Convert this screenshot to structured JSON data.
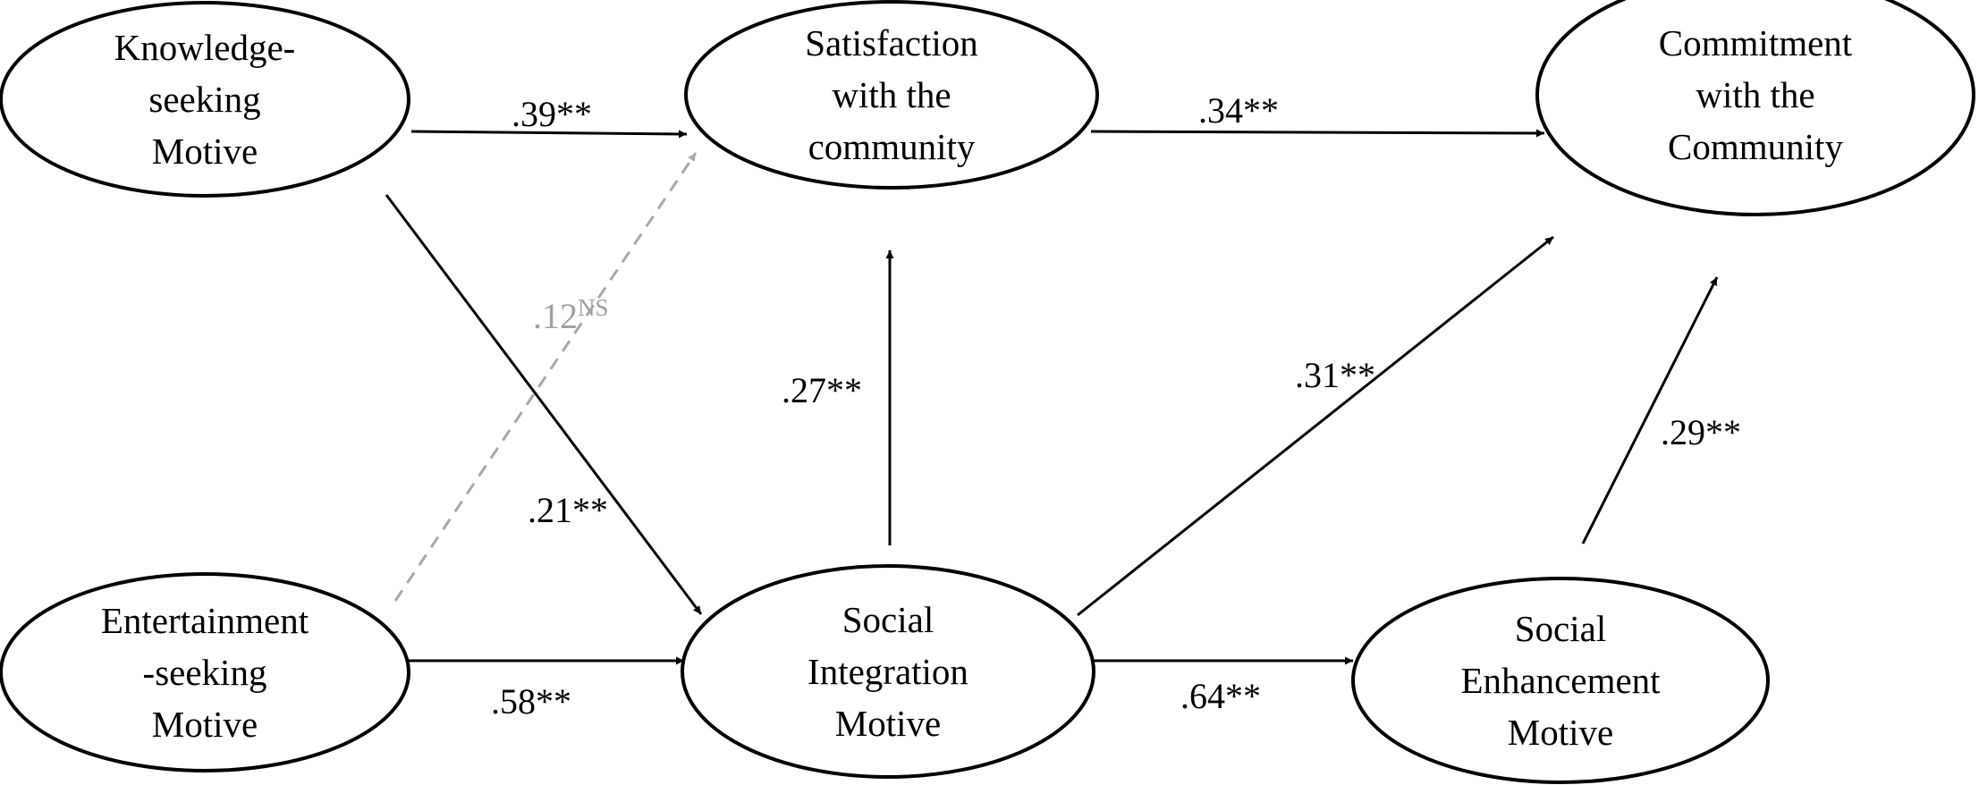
{
  "diagram": {
    "colors": {
      "line": "#000000",
      "ns_line": "#a8a8a8",
      "ns_text": "#a0a0a0",
      "background": "#ffffff"
    },
    "nodes": [
      {
        "id": "knowledge",
        "lines": [
          "Knowledge-",
          "seeking",
          "Motive"
        ]
      },
      {
        "id": "satisfaction",
        "lines": [
          "Satisfaction",
          "with the",
          "community"
        ]
      },
      {
        "id": "commitment",
        "lines": [
          "Commitment",
          "with the",
          "Community"
        ]
      },
      {
        "id": "entertainment",
        "lines": [
          "Entertainment",
          "-seeking",
          "Motive"
        ]
      },
      {
        "id": "integration",
        "lines": [
          "Social",
          "Integration",
          "Motive"
        ]
      },
      {
        "id": "enhancement",
        "lines": [
          "Social",
          "Enhancement",
          "Motive"
        ]
      }
    ],
    "edges": [
      {
        "id": "knowledge-satisfaction",
        "from": "knowledge",
        "to": "satisfaction",
        "coef": ".39",
        "sig": "**",
        "significant": true
      },
      {
        "id": "satisfaction-commitment",
        "from": "satisfaction",
        "to": "commitment",
        "coef": ".34",
        "sig": "**",
        "significant": true
      },
      {
        "id": "entertainment-satisfaction",
        "from": "entertainment",
        "to": "satisfaction",
        "coef": ".12",
        "sig": "NS",
        "significant": false
      },
      {
        "id": "integration-satisfaction",
        "from": "integration",
        "to": "satisfaction",
        "coef": ".27",
        "sig": "**",
        "significant": true
      },
      {
        "id": "knowledge-integration",
        "from": "knowledge",
        "to": "integration",
        "coef": ".21",
        "sig": "**",
        "significant": true
      },
      {
        "id": "integration-commitment",
        "from": "integration",
        "to": "commitment",
        "coef": ".31",
        "sig": "**",
        "significant": true
      },
      {
        "id": "enhancement-commitment",
        "from": "enhancement",
        "to": "commitment",
        "coef": ".29",
        "sig": "**",
        "significant": true
      },
      {
        "id": "entertainment-integration",
        "from": "entertainment",
        "to": "integration",
        "coef": ".58",
        "sig": "**",
        "significant": true
      },
      {
        "id": "integration-enhancement",
        "from": "integration",
        "to": "enhancement",
        "coef": ".64",
        "sig": "**",
        "significant": true
      }
    ]
  }
}
